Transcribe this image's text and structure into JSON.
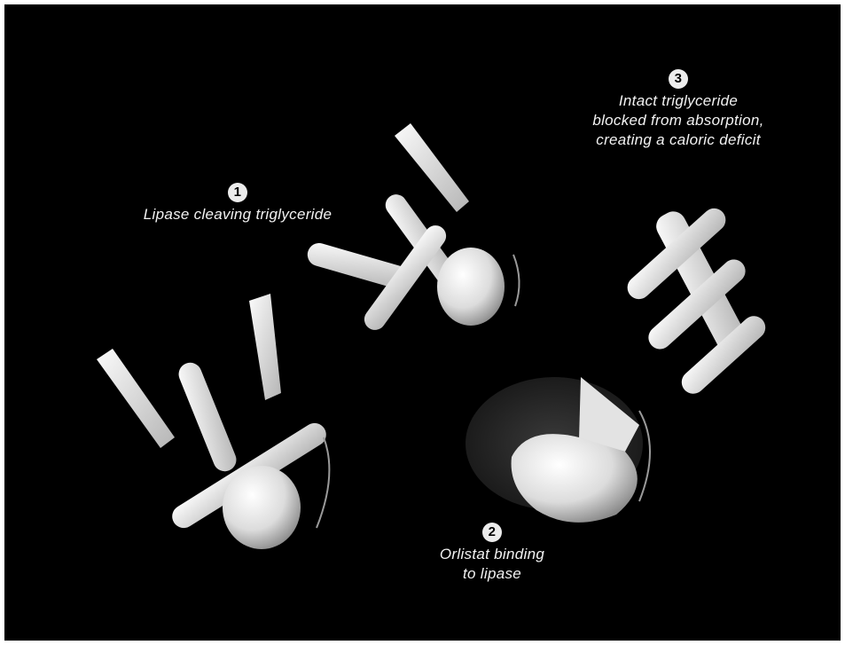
{
  "colors": {
    "background": "#000000",
    "molecule": "#e6e6e6",
    "text": "#f2f2f2"
  },
  "steps": [
    {
      "number": "1",
      "lines": [
        "Lipase cleaving triglyceride"
      ]
    },
    {
      "number": "2",
      "lines": [
        "Orlistat binding",
        "to lipase"
      ]
    },
    {
      "number": "3",
      "lines": [
        "Intact triglyceride",
        "blocked from absorption,",
        "creating a caloric deficit"
      ]
    }
  ]
}
